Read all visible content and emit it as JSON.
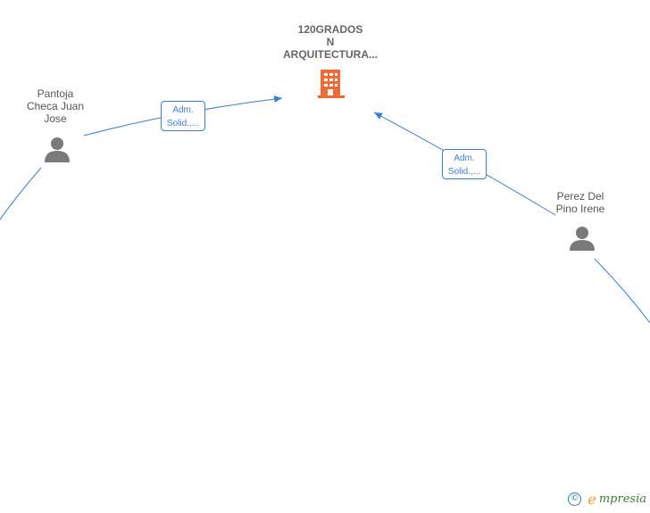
{
  "company": {
    "name_lines": [
      "120GRADOS",
      "N",
      "ARQUITECTURA..."
    ],
    "color": "#f06a35"
  },
  "persons": [
    {
      "id": "pantoja",
      "name_lines": [
        "Pantoja",
        "Checa Juan",
        "Jose"
      ]
    },
    {
      "id": "perez",
      "name_lines": [
        "Perez Del",
        "Pino Irene"
      ]
    }
  ],
  "edges": [
    {
      "from": "pantoja",
      "to": "company",
      "label_lines": [
        "Adm.",
        "Solid.,..."
      ]
    },
    {
      "from": "perez",
      "to": "company",
      "label_lines": [
        "Adm.",
        "Solid.,..."
      ]
    }
  ],
  "colors": {
    "edge": "#3a7fd5",
    "person": "#7a7a7a"
  },
  "brand": {
    "copyright": "©",
    "initial": "e",
    "rest": "mpresia"
  }
}
